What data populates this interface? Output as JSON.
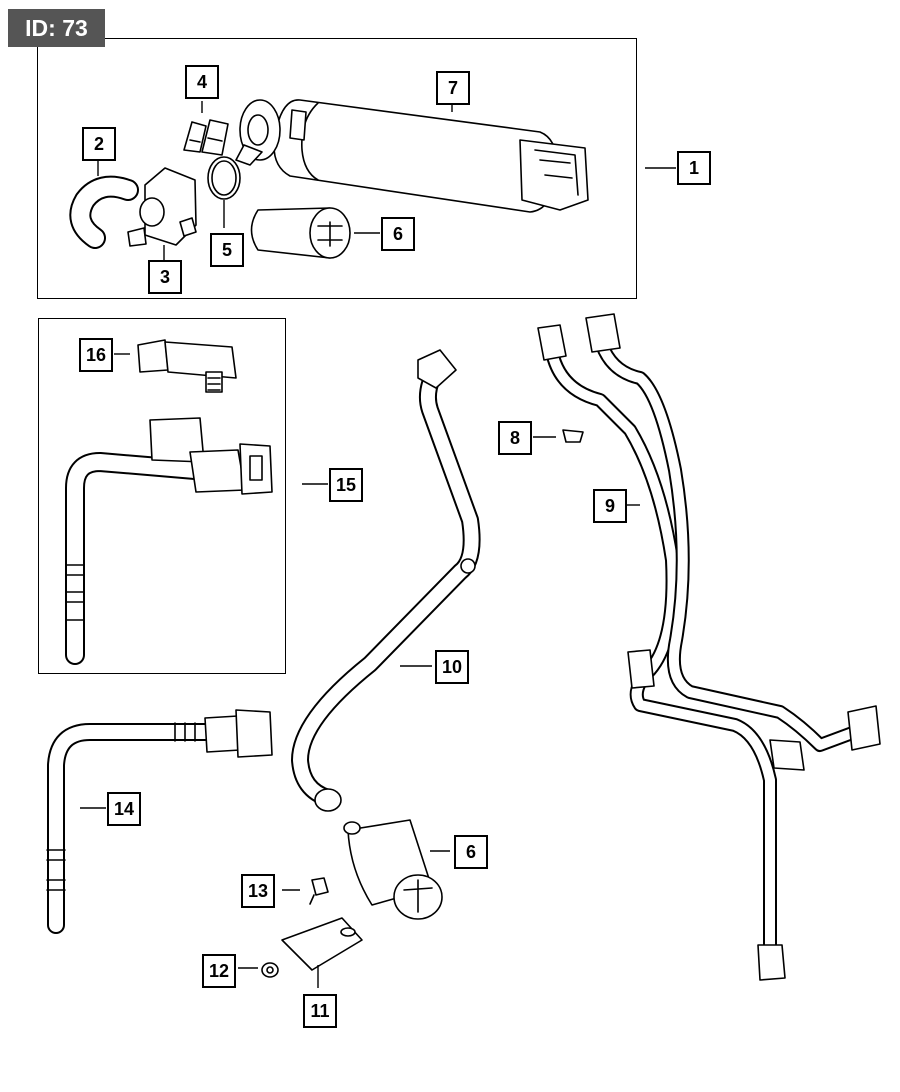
{
  "badge": {
    "label": "ID: 73"
  },
  "callouts": {
    "c1": "1",
    "c2": "2",
    "c3": "3",
    "c4": "4",
    "c5": "5",
    "c6a": "6",
    "c7": "7",
    "c8": "8",
    "c9": "9",
    "c10": "10",
    "c6b": "6",
    "c11": "11",
    "c12": "12",
    "c13": "13",
    "c14": "14",
    "c15": "15",
    "c16": "16"
  }
}
